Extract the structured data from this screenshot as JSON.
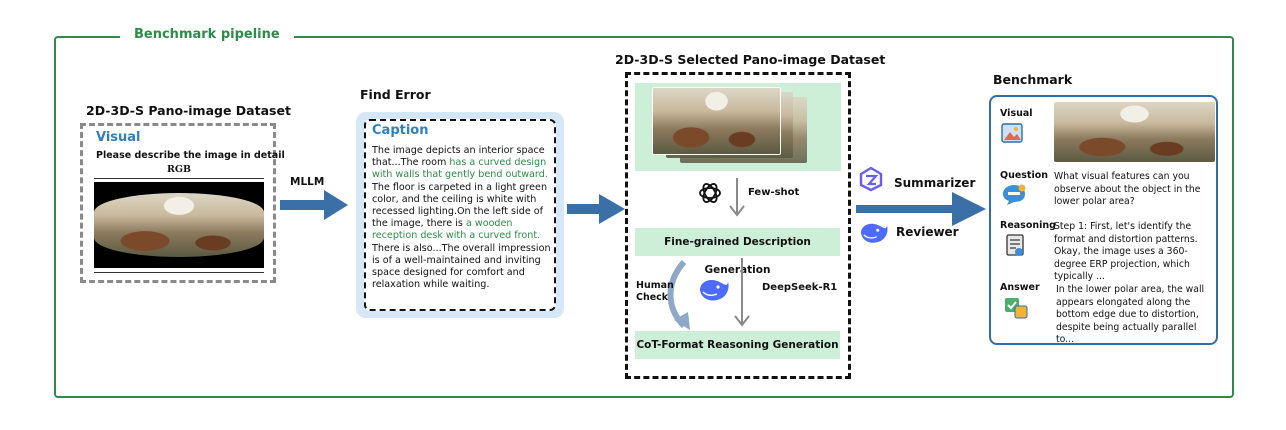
{
  "pipeline_title": "Benchmark pipeline",
  "left_panel": {
    "title": "2D-3D-S Pano-image Dataset",
    "visual_label": "Visual",
    "prompt": "Please describe the image in detail",
    "image_label": "RGB"
  },
  "mllm_label": "MLLM",
  "find_error": {
    "title": "Find Error",
    "caption_label": "Caption",
    "caption_parts": {
      "p1": "The image depicts an interior space that...The room ",
      "g1": "has a curved design with walls that gently bend outward.",
      "p2": " The floor is carpeted in a light green color, and the ceiling is white with recessed lighting.On the left side of the image, there is ",
      "g2": "a wooden reception desk with a curved front.",
      "p3": " There is also...The overall impression is of a well-maintained and inviting space designed for comfort and relaxation while waiting."
    }
  },
  "selected_dataset": {
    "title": "2D-3D-S Selected Pano-image Dataset",
    "few_shot_label": "Few-shot",
    "stage1": "Fine-grained Description Generation",
    "human_check": "Human Check",
    "deepseek_label": "DeepSeek-R1",
    "stage2": "CoT-Format Reasoning Generation"
  },
  "agents": {
    "summarizer": "Summarizer",
    "reviewer": "Reviewer"
  },
  "benchmark": {
    "title": "Benchmark",
    "visual_label": "Visual",
    "question_label": "Question",
    "question_text": "What visual features can you observe about the object in the lower polar area?",
    "reasoning_label": "Reasoning",
    "reasoning_text": "Step 1: First, let's identify the format and distortion patterns. Okay, the image uses a 360-degree ERP projection, which typically ...",
    "answer_label": "Answer",
    "answer_text": "In the lower polar area, the wall appears elongated along the bottom edge due to distortion, despite being actually parallel to..."
  },
  "colors": {
    "frame_green": "#2e8b4a",
    "accent_blue": "#2f7fc1",
    "arrow_blue": "#3a6fa8",
    "stage_green": "#cdeed7",
    "caption_bg": "#d6e7f7"
  },
  "icons": [
    "openai-logo-icon",
    "deepseek-whale-icon",
    "summarizer-logo-icon",
    "image-icon",
    "question-bubble-icon",
    "reasoning-doc-icon",
    "answer-check-icon"
  ]
}
